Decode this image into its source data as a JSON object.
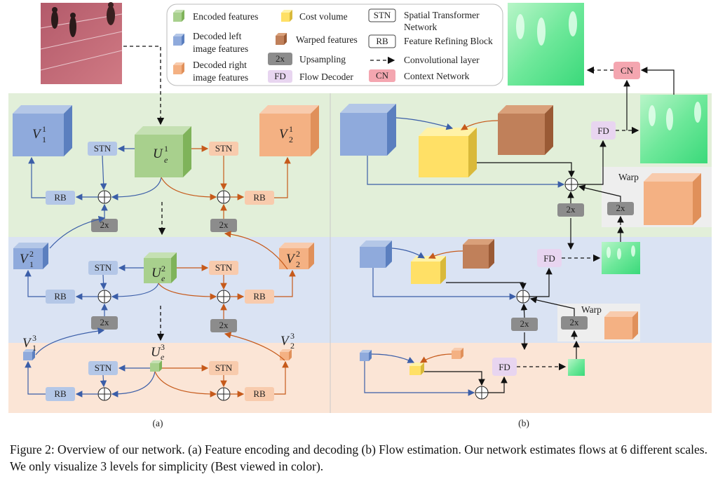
{
  "legend": {
    "encoded": "Encoded features",
    "decoded_left_1": "Decoded left",
    "decoded_left_2": "image features",
    "decoded_right_1": "Decoded right",
    "decoded_right_2": "image features",
    "cost_volume": "Cost volume",
    "warped": "Warped features",
    "upsampling": "Upsampling",
    "flow_decoder": "Flow Decoder",
    "stn_1": "Spatial Transformer",
    "stn_2": "Network",
    "rb": "Feature Refining Block",
    "conv": "Convolutional layer",
    "cn": "Context Network",
    "badge_2x": "2x",
    "badge_fd": "FD",
    "badge_stn": "STN",
    "badge_rb": "RB",
    "badge_cn": "CN"
  },
  "blocks": {
    "stn": "STN",
    "rb": "RB",
    "up": "2x",
    "fd": "FD",
    "cn": "CN",
    "warp": "Warp"
  },
  "symbols": {
    "V": "V",
    "U": "U",
    "e": "e",
    "sub1": "1",
    "sub2": "2",
    "lvl1": "1",
    "lvl2": "2",
    "lvl3": "3"
  },
  "panels": {
    "a": "(a)",
    "b": "(b)"
  },
  "caption": "Figure 2: Overview of our network. (a) Feature encoding and decoding (b) Flow estimation. Our network estimates flows at 6 different scales. We only visualize 3 levels for simplicity (Best viewed in color).",
  "colors": {
    "green": "#a8d08d",
    "blue": "#8faadc",
    "orange": "#f4b183",
    "yellow": "#ffe066",
    "brown": "#c0805a",
    "gray": "#8c8c8c",
    "fd": "#e8d5f0",
    "cn": "#f4a6b0",
    "level1_bg": "#e2efd9",
    "level2_bg": "#dae3f3",
    "level3_bg": "#fbe5d6"
  }
}
